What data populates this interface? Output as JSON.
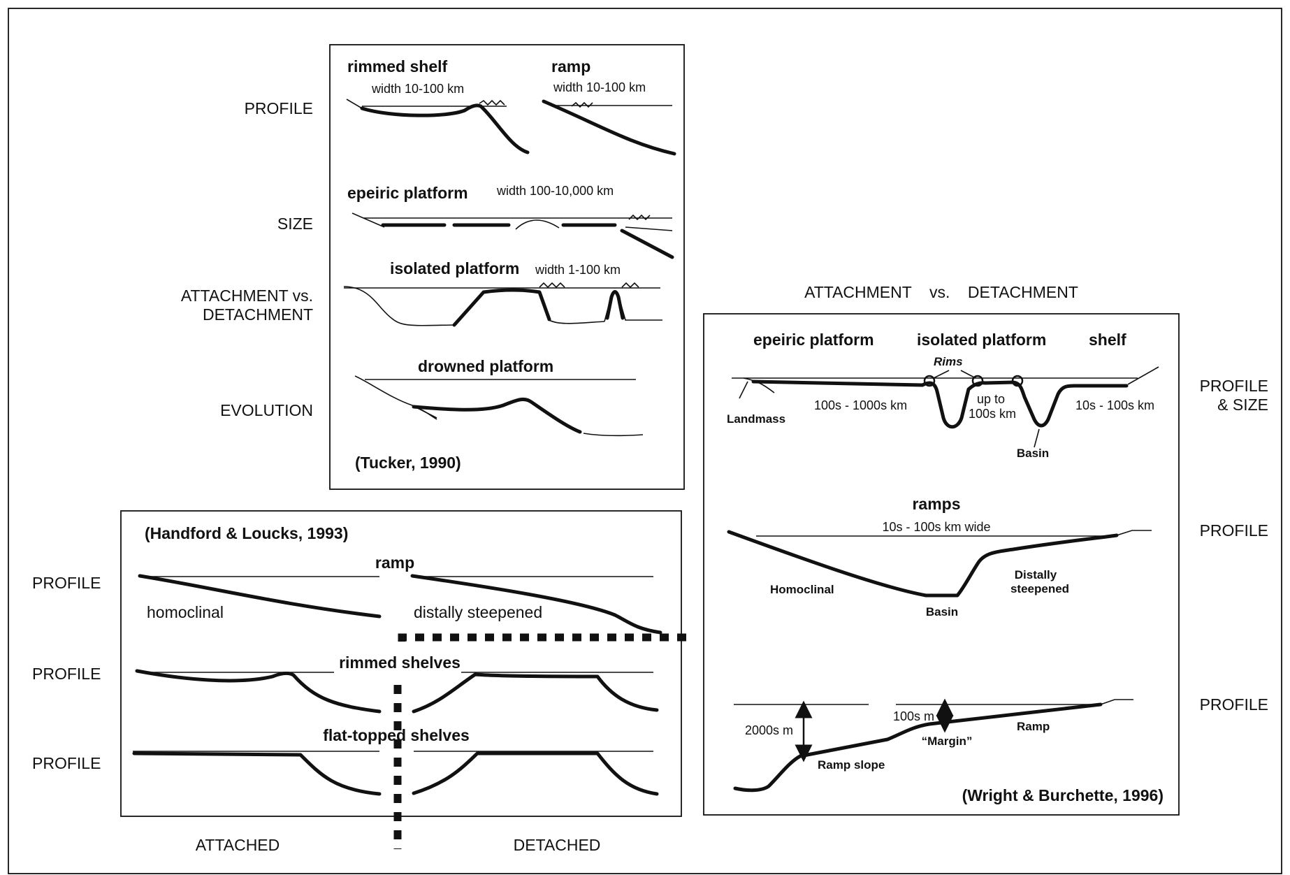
{
  "side_labels": {
    "profile": "PROFILE",
    "size": "SIZE",
    "attachment_line1": "ATTACHMENT vs.",
    "attachment_line2": "DETACHMENT",
    "evolution": "EVOLUTION",
    "profile_and_size_line1": "PROFILE",
    "profile_and_size_line2": "& SIZE",
    "attached": "ATTACHED",
    "detached": "DETACHED",
    "attachment_vs_detachment": "ATTACHMENT    vs.    DETACHMENT"
  },
  "tucker_panel": {
    "rimmed_shelf": "rimmed shelf",
    "rimmed_width": "width  10-100 km",
    "ramp": "ramp",
    "ramp_width": "width  10-100 km",
    "epeiric_platform": "epeiric platform",
    "epeiric_width": "width  100-10,000 km",
    "isolated_platform": "isolated platform",
    "isolated_width": "width   1-100 km",
    "drowned_platform": "drowned platform",
    "citation": "(Tucker, 1990)"
  },
  "handford_panel": {
    "citation": "(Handford & Loucks, 1993)",
    "ramp": "ramp",
    "homoclinal": "homoclinal",
    "distally_steepened": "distally steepened",
    "rimmed_shelves": "rimmed shelves",
    "flat_topped_shelves": "flat-topped shelves"
  },
  "wright_panel": {
    "epeiric_platform": "epeiric platform",
    "isolated_platform": "isolated platform",
    "shelf": "shelf",
    "rims": "Rims",
    "landmass": "Landmass",
    "epeiric_width": "100s - 1000s km",
    "up_to": "up to",
    "isolated_width": "100s km",
    "shelf_width": "10s - 100s km",
    "basin_top": "Basin",
    "ramps": "ramps",
    "ramps_width": "10s - 100s km wide",
    "homoclinal": "Homoclinal",
    "basin_mid": "Basin",
    "distally": "Distally",
    "steepened": "steepened",
    "depth_2000": "2000s m",
    "depth_100": "100s m",
    "ramp": "Ramp",
    "margin": "“Margin”",
    "ramp_slope": "Ramp slope",
    "citation": "(Wright & Burchette, 1996)"
  }
}
